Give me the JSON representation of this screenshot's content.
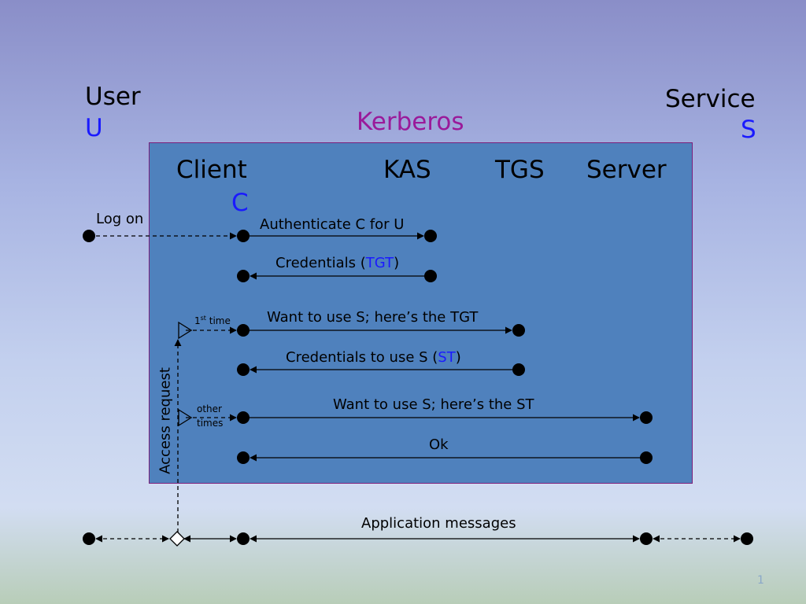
{
  "user": {
    "title": "User",
    "symbol": "U"
  },
  "service": {
    "title": "Service",
    "symbol": "S"
  },
  "kerberos_title": "Kerberos",
  "columns": {
    "client": "Client",
    "client_symbol": "C",
    "kas": "KAS",
    "tgs": "TGS",
    "server": "Server"
  },
  "messages": {
    "log_on": "Log on",
    "authenticate": "Authenticate C for U",
    "credentials_prefix": "Credentials (",
    "credentials_token": "TGT",
    "credentials_suffix": ")",
    "want_tgt": "Want to use S; here’s the TGT",
    "cred_s_prefix": "Credentials to use S (",
    "cred_s_token": "ST",
    "cred_s_suffix": ")",
    "want_st": "Want to use S; here’s the ST",
    "ok": "Ok",
    "app": "Application messages"
  },
  "access": {
    "label": "Access request",
    "first_num": "1",
    "first_sup": "st",
    "first_word": " time",
    "other_1": "other",
    "other_2": "times"
  },
  "page_number": "1",
  "colors": {
    "box_fill": "#4f81bd",
    "box_border": "#7a1f7a",
    "token_blue": "#1a1aff",
    "title_purple": "#9a1a9a"
  }
}
